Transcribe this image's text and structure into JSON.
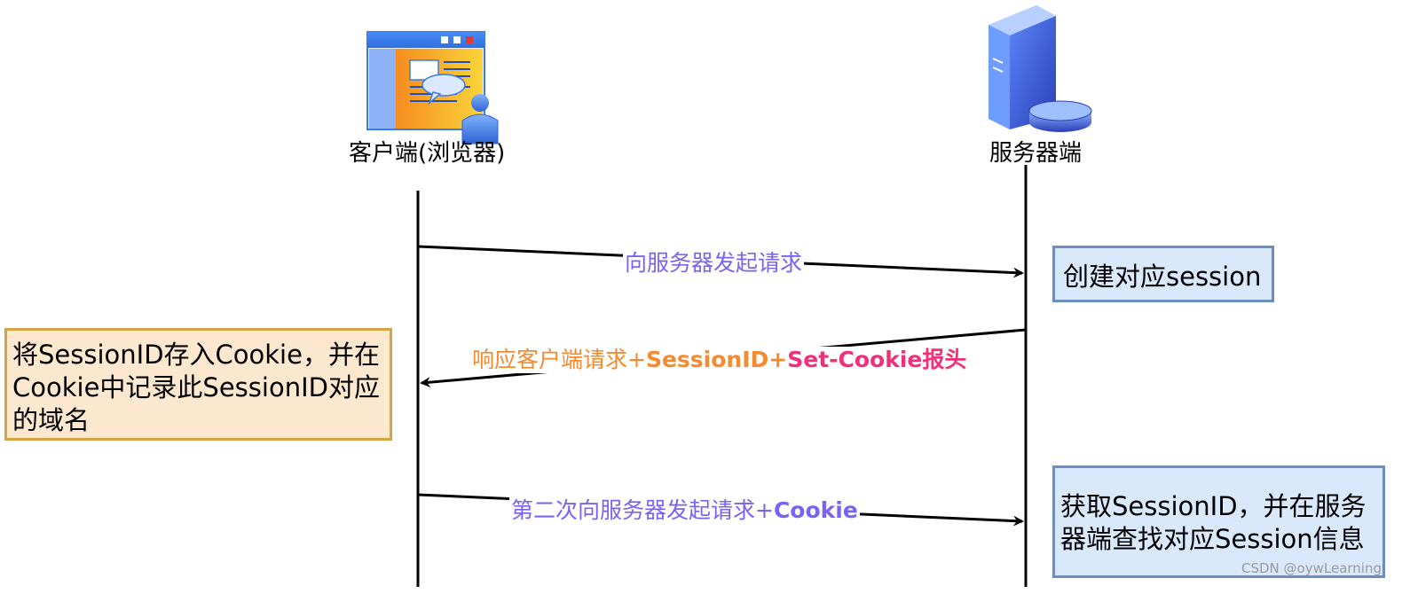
{
  "actors": {
    "client": {
      "label": "客户端(浏览器)",
      "icon": "browser-user-icon"
    },
    "server": {
      "label": "服务器端",
      "icon": "server-database-icon"
    }
  },
  "messages": {
    "m1": {
      "text": "向服务器发起请求",
      "color": "#7b63f2"
    },
    "m2": {
      "part1": "响应客户端请求+",
      "part2": "SessionID",
      "part3": "+",
      "part4": "Set-Cookie报头",
      "color_orange": "#f58a2f",
      "color_pink": "#f0307a"
    },
    "m3": {
      "part1": "第二次向服务器发起请求+",
      "part2": "Cookie",
      "color": "#7b63f2"
    }
  },
  "notes": {
    "create_session": "创建对应session",
    "store_cookie": "将SessionID存入Cookie，并在Cookie中记录此SessionID对应的域名",
    "lookup_session": "获取SessionID，并在服务器端查找对应Session信息"
  },
  "colors": {
    "note_blue_fill": "#dae8fc",
    "note_blue_border": "#6c8ebf",
    "note_orange_fill": "#fce7cf",
    "note_orange_border": "#d6a443"
  },
  "watermark": "CSDN @oywLearning"
}
